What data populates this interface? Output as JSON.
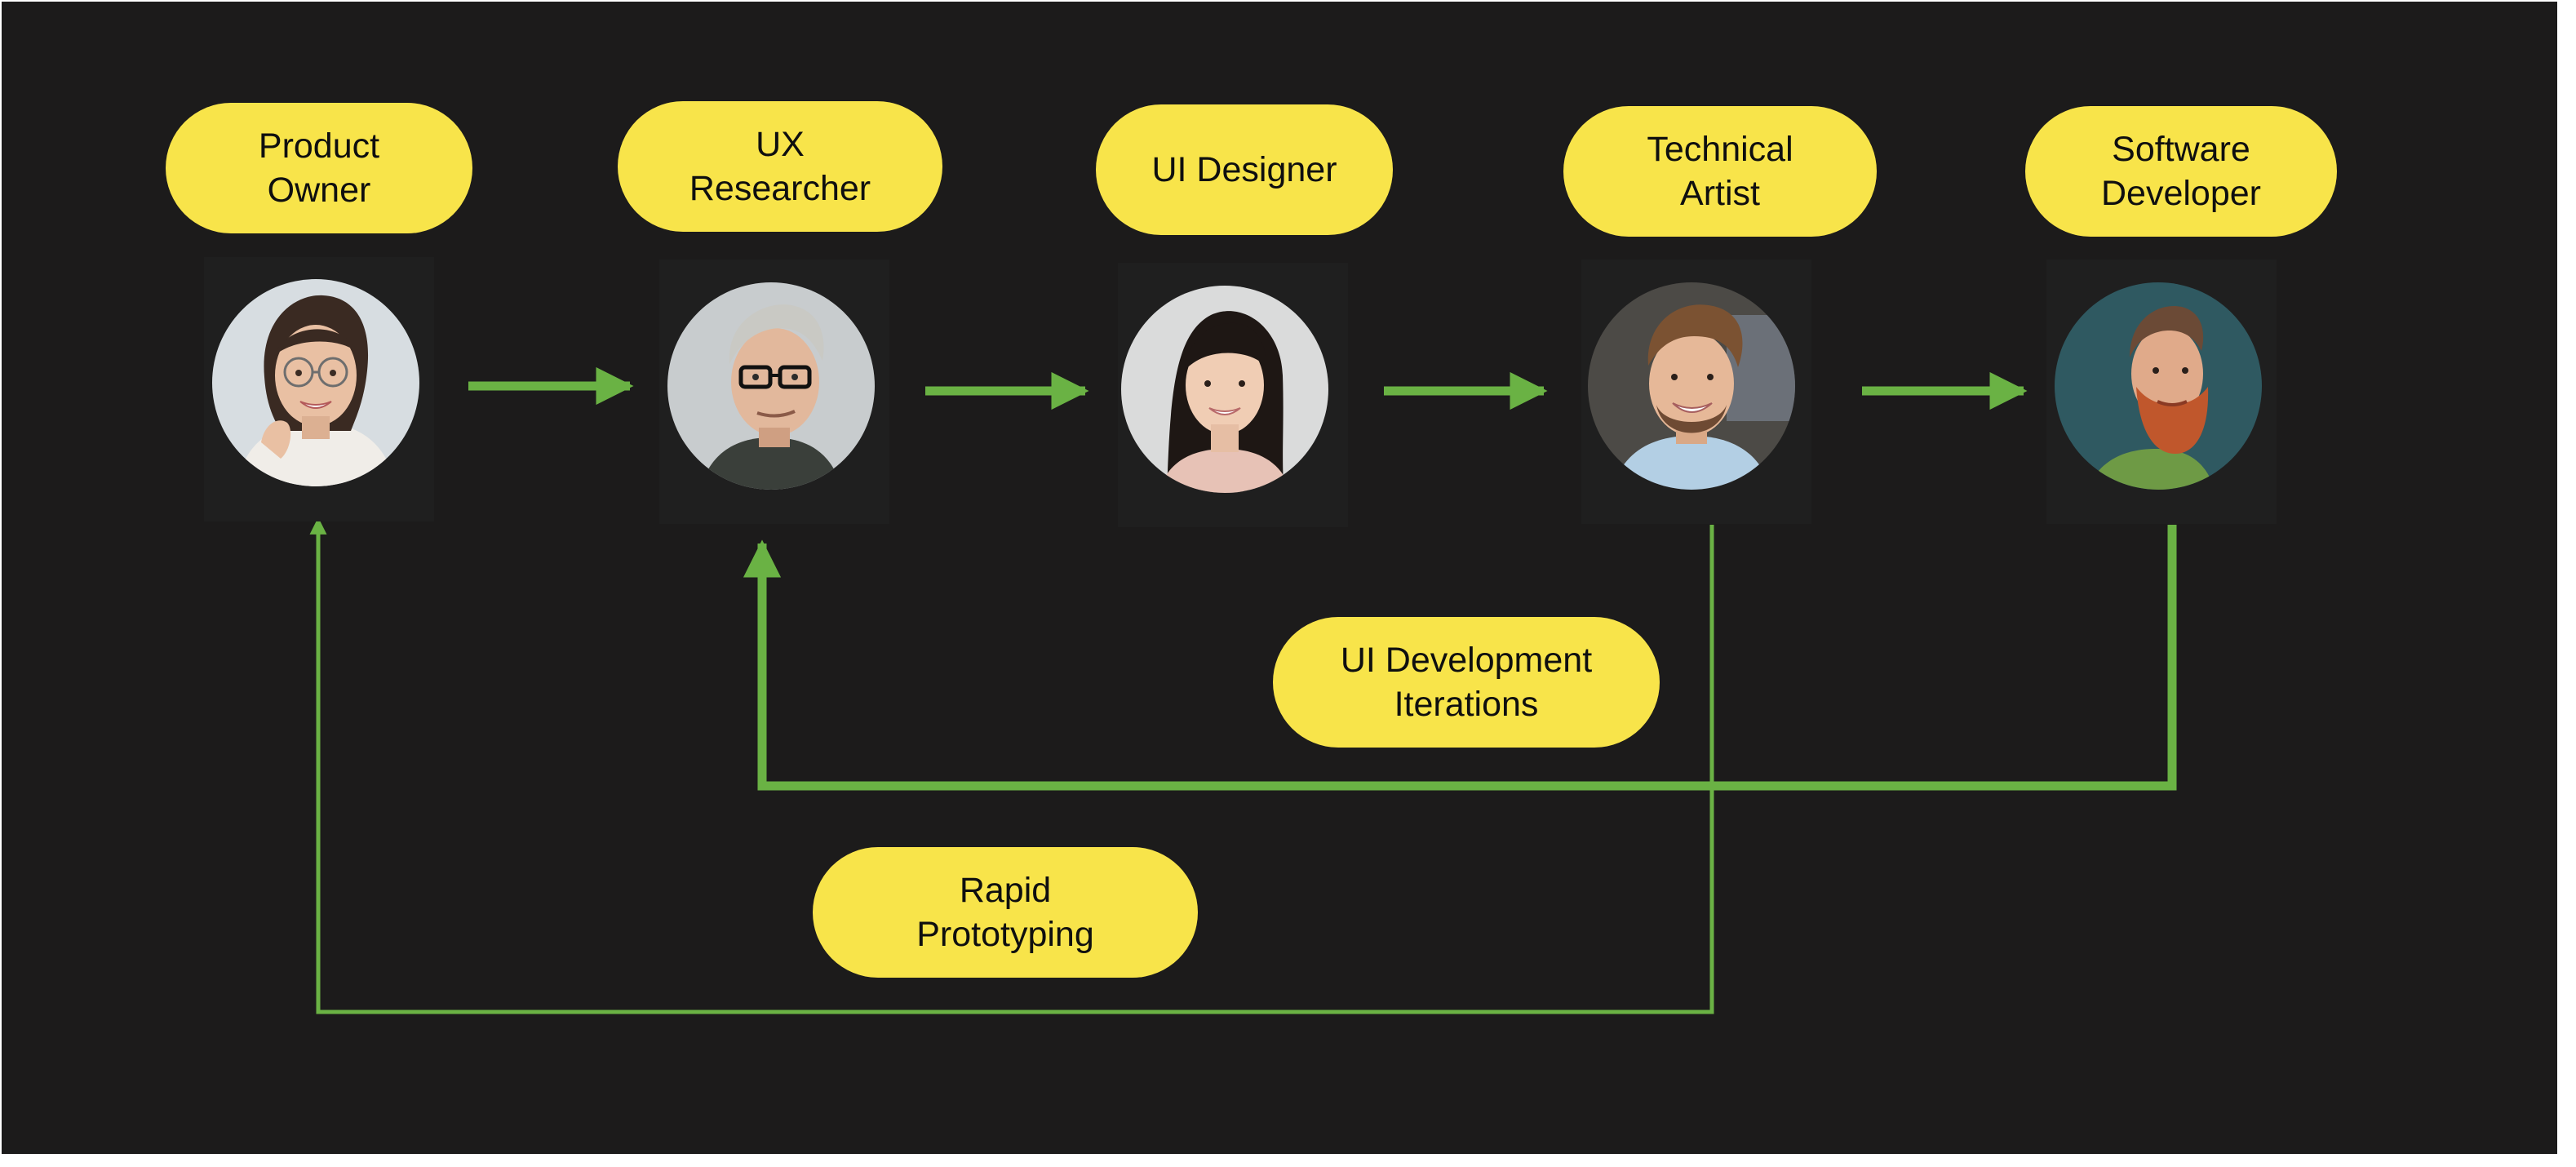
{
  "colors": {
    "background": "#1c1b1b",
    "pill": "#f8e44a",
    "pill_text": "#0f0f0f",
    "connector": "#6ab244"
  },
  "roles": [
    {
      "label": "Product\nOwner",
      "avatar_icon": "avatar-woman-glasses-icon"
    },
    {
      "label": "UX\nResearcher",
      "avatar_icon": "avatar-man-glasses-icon"
    },
    {
      "label": "UI Designer",
      "avatar_icon": "avatar-woman-long-hair-icon"
    },
    {
      "label": "Technical\nArtist",
      "avatar_icon": "avatar-man-smiling-icon"
    },
    {
      "label": "Software\nDeveloper",
      "avatar_icon": "avatar-man-red-beard-icon"
    }
  ],
  "loops": [
    {
      "label": "UI Development\nIterations",
      "from": "Software\nDeveloper",
      "to": "UX\nResearcher"
    },
    {
      "label": "Rapid\nPrototyping",
      "from": "Technical\nArtist",
      "to": "Product\nOwner"
    }
  ]
}
